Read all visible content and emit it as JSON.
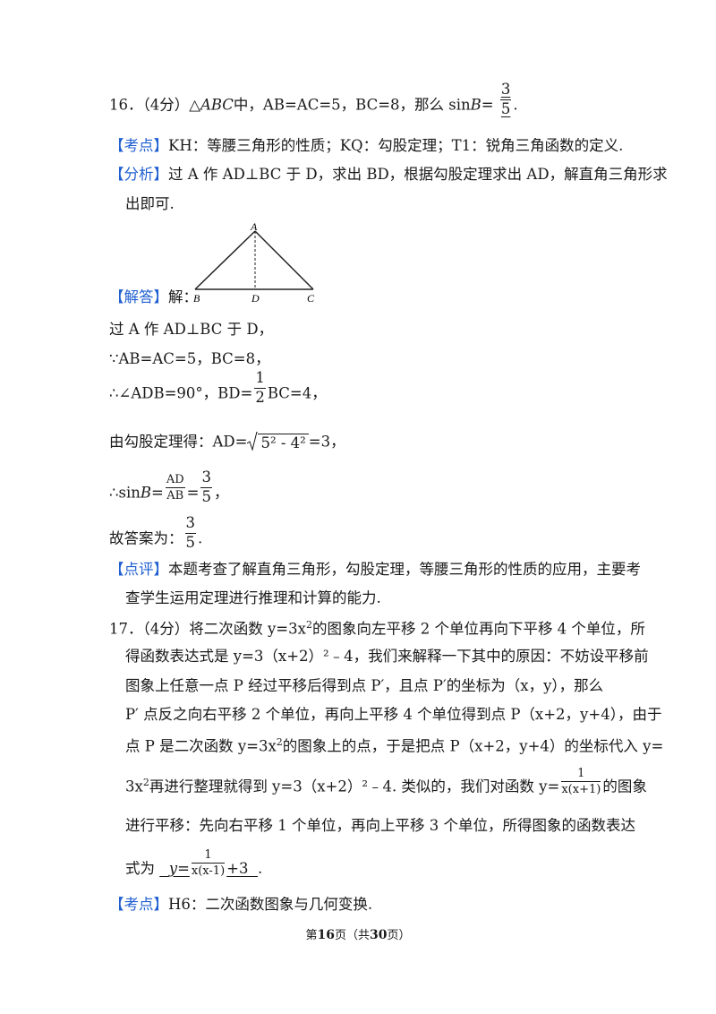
{
  "q16": {
    "head": "16．（4分）△",
    "abc": "ABC",
    "mid": "中，",
    "cond": "AB=AC=5，BC=8，那么 sin",
    "b": "B",
    "eq": "=",
    "ans_num": "3",
    "ans_den": "5",
    "end": ".",
    "kaodian_tag": "【考点】",
    "kaodian_text": "KH：等腰三角形的性质；KQ：勾股定理；T1：锐角三角函数的定义.",
    "fenxi_tag": "【分析】",
    "fenxi_text1": "过 A 作 AD⊥BC 于 D，求出 BD，根据勾股定理求出 AD，解直角三角形求",
    "fenxi_text2": "出即可.",
    "diagram": {
      "A": "A",
      "B": "B",
      "C": "C",
      "D": "D"
    },
    "jieda_tag": "【解答】",
    "jieda_text": "解：",
    "s1": "过 A 作 AD⊥BC 于 D，",
    "s2": "∵AB=AC=5，BC=8，",
    "s3a": "∴∠ADB=90°，BD=",
    "s3_num": "1",
    "s3_den": "2",
    "s3b": "BC=4，",
    "s4a": "由勾股定理得：AD=",
    "s4_root": "5² - 4²",
    "s4b": "=3，",
    "s5a": "∴sin",
    "s5b": "B=",
    "s5_num": "AD",
    "s5_den": "AB",
    "s5c": "=",
    "s5_num2": "3",
    "s5_den2": "5",
    "s5d": "，",
    "s6a": "故答案为：",
    "s6_num": "3",
    "s6_den": "5",
    "s6b": ".",
    "dianping_tag": "【点评】",
    "dianping_text1": "本题考查了解直角三角形，勾股定理，等腰三角形的性质的应用，主要考",
    "dianping_text2": "查学生运用定理进行推理和计算的能力."
  },
  "q17": {
    "l1a": "17．（4分）将二次函数 y=3x",
    "l1b": "的图象向左平移 2 个单位再向下平移 4 个单位，所",
    "l2": "得函数表达式是 y=3（x+2）²﹣4，我们来解释一下其中的原因：不妨设平移前",
    "l3": "图象上任意一点 P 经过平移后得到点 P′，且点 P′的坐标为（x，y），那么",
    "l4": "P′ 点反之向右平移 2 个单位，再向上平移 4 个单位得到点 P（x+2，y+4），由于",
    "l5a": "点 P 是二次函数 y=3x",
    "l5b": "的图象上的点，于是把点 P（x+2，y+4）的坐标代入 y=",
    "l6a": "3x",
    "l6b": "再进行整理就得到 y=3（x+2）²﹣4. 类似的，我们对函数 y=",
    "l6_num": "1",
    "l6_den": "x(x+1)",
    "l6c": "的图象",
    "l7": "进行平移：先向右平移 1 个单位，再向上平移 3 个单位，所得图象的函数表达",
    "l8a": "式为",
    "l8_y": "y=",
    "l8_num": "1",
    "l8_den": "x(x-1)",
    "l8_plus": "+3",
    "l8b": ".",
    "sq": "2",
    "kaodian_tag": "【考点】",
    "kaodian_text": "H6：二次函数图象与几何变换."
  },
  "footer": {
    "pre": "第",
    "page": "16",
    "mid": "页（共",
    "total": "30",
    "post": "页）"
  }
}
